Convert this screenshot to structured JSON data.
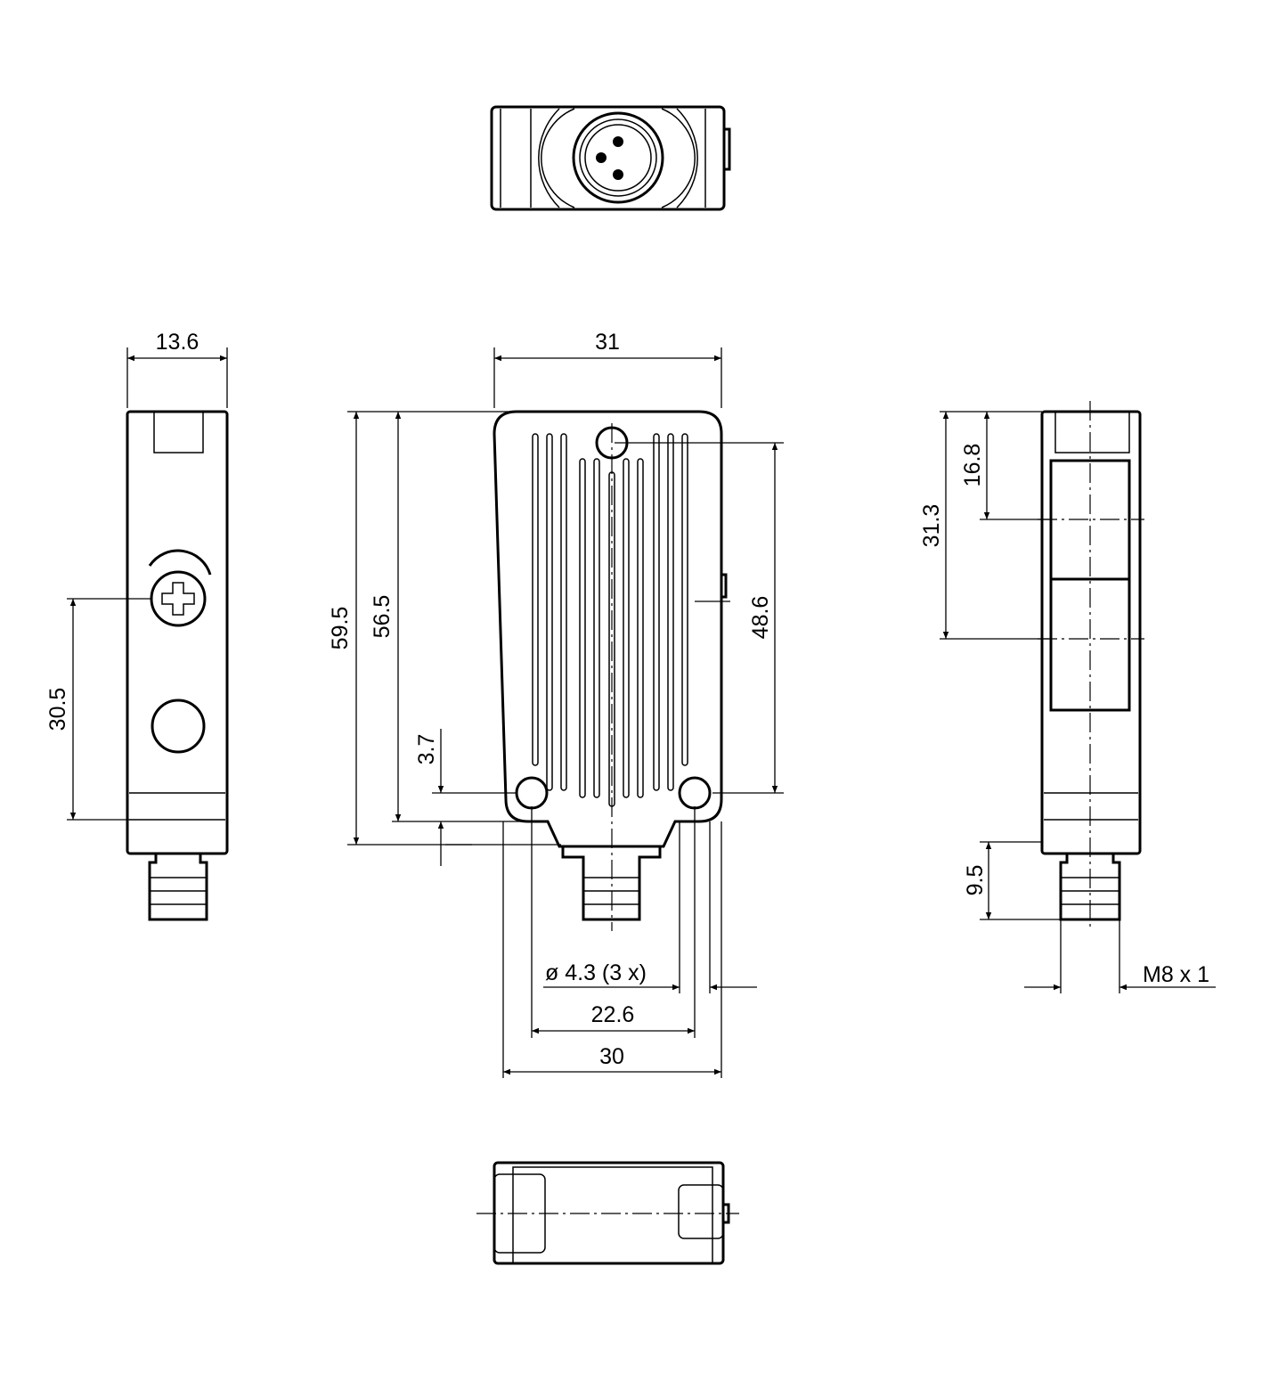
{
  "title": "Sensor dimension drawing",
  "dimensions": {
    "side_width": "13.6",
    "front_width_top": "31",
    "total_height": "59.5",
    "body_height": "56.5",
    "hole_spacing_vertical": "48.6",
    "adjuster_height": "30.5",
    "hole_offset": "3.7",
    "hole_diameter": "ø 4.3 (3 x)",
    "hole_spacing_horizontal": "22.6",
    "front_width_bottom": "30",
    "lens_height": "31.3",
    "lens_upper": "16.8",
    "connector_length": "9.5",
    "thread": "M8 x 1"
  },
  "colors": {
    "line": "#000000",
    "background": "#ffffff"
  }
}
